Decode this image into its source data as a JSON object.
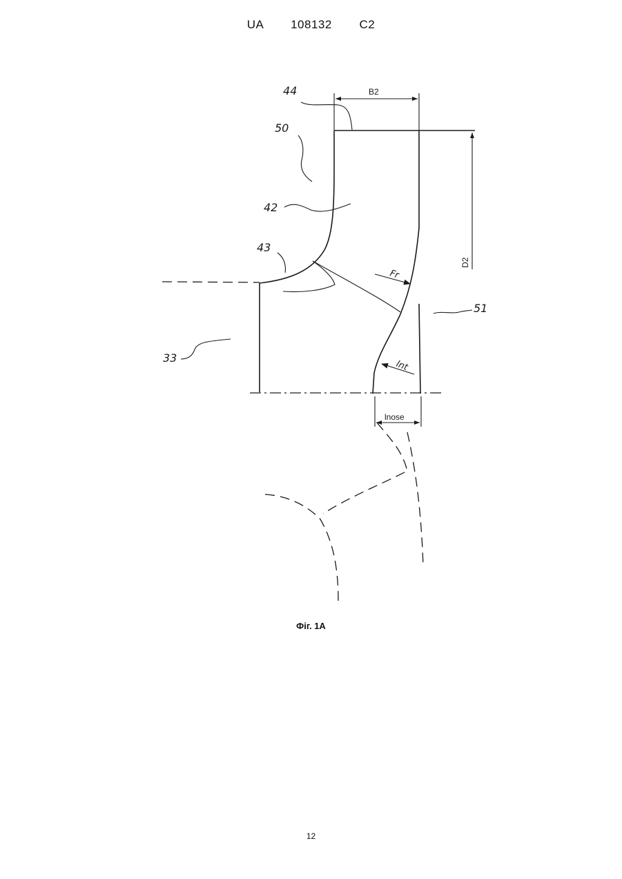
{
  "header": {
    "document_id": "UA   108132   C2"
  },
  "figure": {
    "caption": "Фіг. 1А",
    "labels": {
      "ref_44": "44",
      "ref_50": "50",
      "ref_42": "42",
      "ref_43": "43",
      "ref_33": "33",
      "ref_51": "51"
    },
    "dimensions": {
      "b2": "B2",
      "d2": "D2",
      "fr": "Fr",
      "lnt": "lnt",
      "lnose": "lnose"
    }
  },
  "footer": {
    "page_number": "12"
  }
}
